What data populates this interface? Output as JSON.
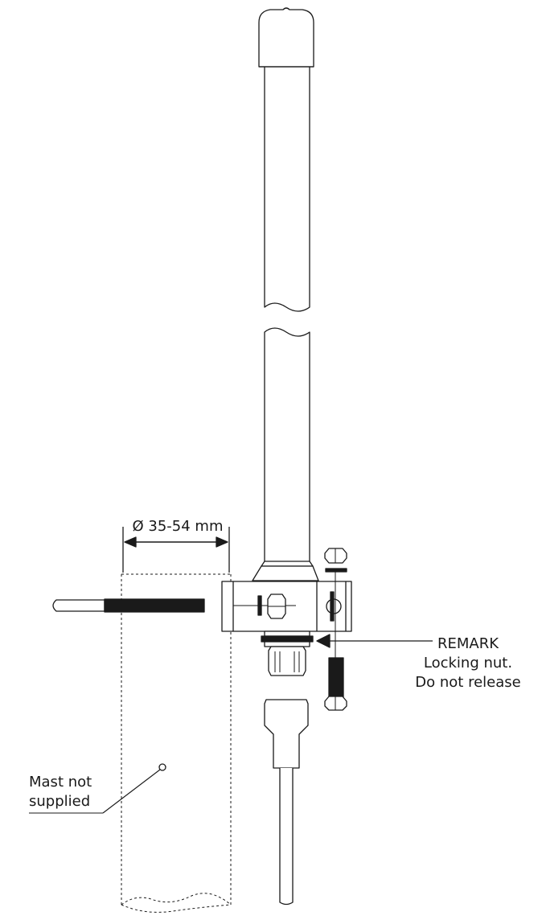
{
  "diameter_label": "Ø 35-54 mm",
  "remark": {
    "title": "REMARK",
    "line1": "Locking nut.",
    "line2": "Do not release"
  },
  "mast_note": {
    "line1": "Mast not",
    "line2": "supplied"
  },
  "colors": {
    "line": "#1a1a1a",
    "fill": "#ffffff"
  }
}
